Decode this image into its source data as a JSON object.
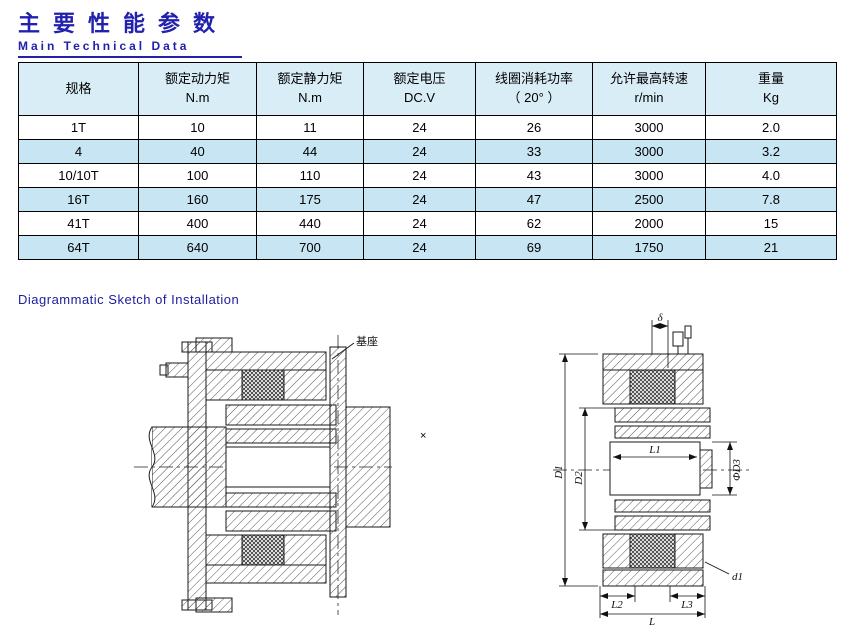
{
  "title": {
    "cn": "主要性能参数",
    "en": "Main Technical Data"
  },
  "table": {
    "headers": [
      {
        "line1": "规格",
        "line2": ""
      },
      {
        "line1": "额定动力矩",
        "line2": "N.m"
      },
      {
        "line1": "额定静力矩",
        "line2": "N.m"
      },
      {
        "line1": "额定电压",
        "line2": "DC.V"
      },
      {
        "line1": "线圈消耗功率",
        "line2": "（ 20° ）"
      },
      {
        "line1": "允许最高转速",
        "line2": "r/min"
      },
      {
        "line1": "重量",
        "line2": "Kg"
      }
    ],
    "rows": [
      [
        "1T",
        "10",
        "11",
        "24",
        "26",
        "3000",
        "2.0"
      ],
      [
        "4",
        "40",
        "44",
        "24",
        "33",
        "3000",
        "3.2"
      ],
      [
        "10/10T",
        "100",
        "110",
        "24",
        "43",
        "3000",
        "4.0"
      ],
      [
        "16T",
        "160",
        "175",
        "24",
        "47",
        "2500",
        "7.8"
      ],
      [
        "41T",
        "400",
        "440",
        "24",
        "62",
        "2000",
        "15"
      ],
      [
        "64T",
        "640",
        "700",
        "24",
        "69",
        "1750",
        "21"
      ]
    ]
  },
  "diagram": {
    "section_title": "Diagrammatic Sketch of Installation",
    "base_label": "基座",
    "stray_mark": "×",
    "dims": {
      "delta": "δ",
      "D1": "D1",
      "D2": "D2",
      "L1": "L1",
      "phiD3": "ΦD3",
      "d1": "d1",
      "L2": "L2",
      "L3": "L3",
      "L": "L"
    }
  },
  "colors": {
    "accent": "#2121ad",
    "section_title": "#1c1c9c",
    "header_bg": "#d9edf7",
    "alt_row_bg": "#c7e5f3",
    "border": "#000000"
  }
}
